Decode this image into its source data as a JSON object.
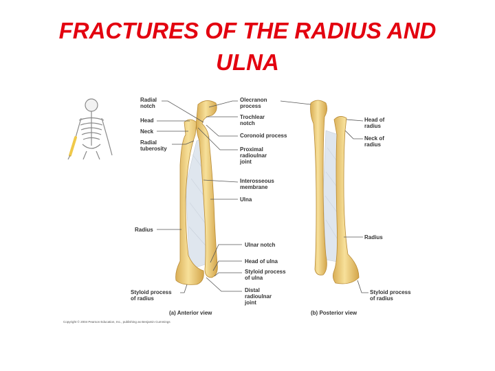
{
  "slide": {
    "title": "FRACTURES OF THE RADIUS AND ULNA"
  },
  "figure": {
    "anterior_labels": {
      "radial_notch": [
        "Radial",
        "notch"
      ],
      "head": "Head",
      "neck": "Neck",
      "radial_tuberosity": [
        "Radial",
        "tuberosity"
      ],
      "olecranon_process": [
        "Olecranon",
        "process"
      ],
      "trochlear_notch": [
        "Trochlear",
        "notch"
      ],
      "coronoid_process": "Coronoid process",
      "proximal_radioulnar_joint": [
        "Proximal",
        "radioulnar",
        "joint"
      ],
      "interosseous_membrane": [
        "Interosseous",
        "membrane"
      ],
      "ulna": "Ulna",
      "radius": "Radius",
      "ulnar_notch": "Ulnar notch",
      "head_of_ulna": "Head of ulna",
      "styloid_process_of_ulna": [
        "Styloid process",
        "of ulna"
      ],
      "distal_radioulnar_joint": [
        "Distal",
        "radioulnar",
        "joint"
      ],
      "styloid_process_of_radius": [
        "Styloid process",
        "of radius"
      ]
    },
    "posterior_labels": {
      "head_of_radius": [
        "Head of",
        "radius"
      ],
      "neck_of_radius": [
        "Neck of",
        "radius"
      ],
      "radius": "Radius",
      "styloid_process_of_radius": [
        "Styloid process",
        "of radius"
      ]
    },
    "captions": {
      "anterior": "(a) Anterior view",
      "posterior": "(b) Posterior view"
    },
    "copyright": "Copyright © 2004 Pearson Education, Inc., publishing as Benjamin Cummings",
    "colors": {
      "bone": "#f3d37e",
      "bone_shadow": "#d6a94a",
      "membrane": "#dfe6ee",
      "title": "#e3000f"
    }
  }
}
